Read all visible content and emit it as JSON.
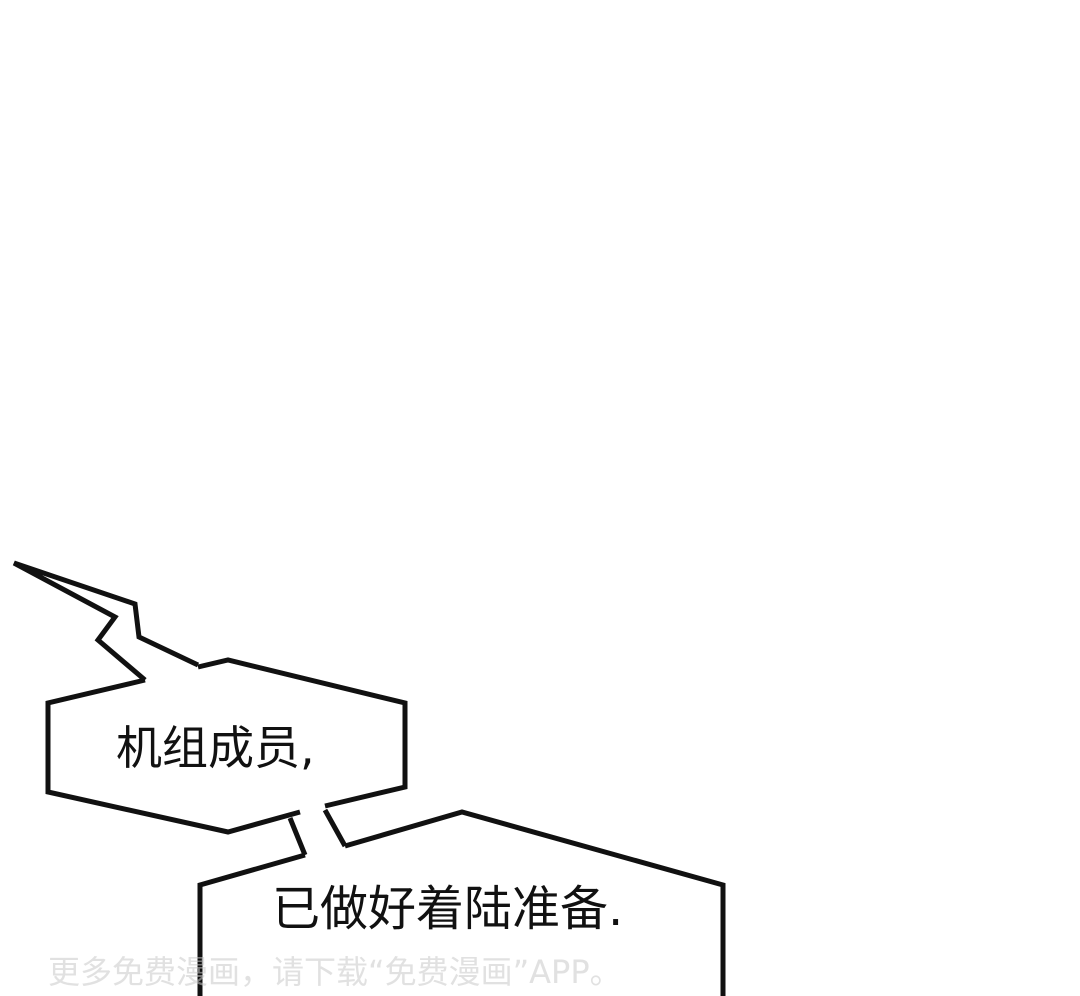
{
  "bubbles": [
    {
      "text": "机组成员,"
    },
    {
      "text": "已做好着陆准备."
    }
  ],
  "watermark": "更多免费漫画，请下载“免费漫画”APP。"
}
